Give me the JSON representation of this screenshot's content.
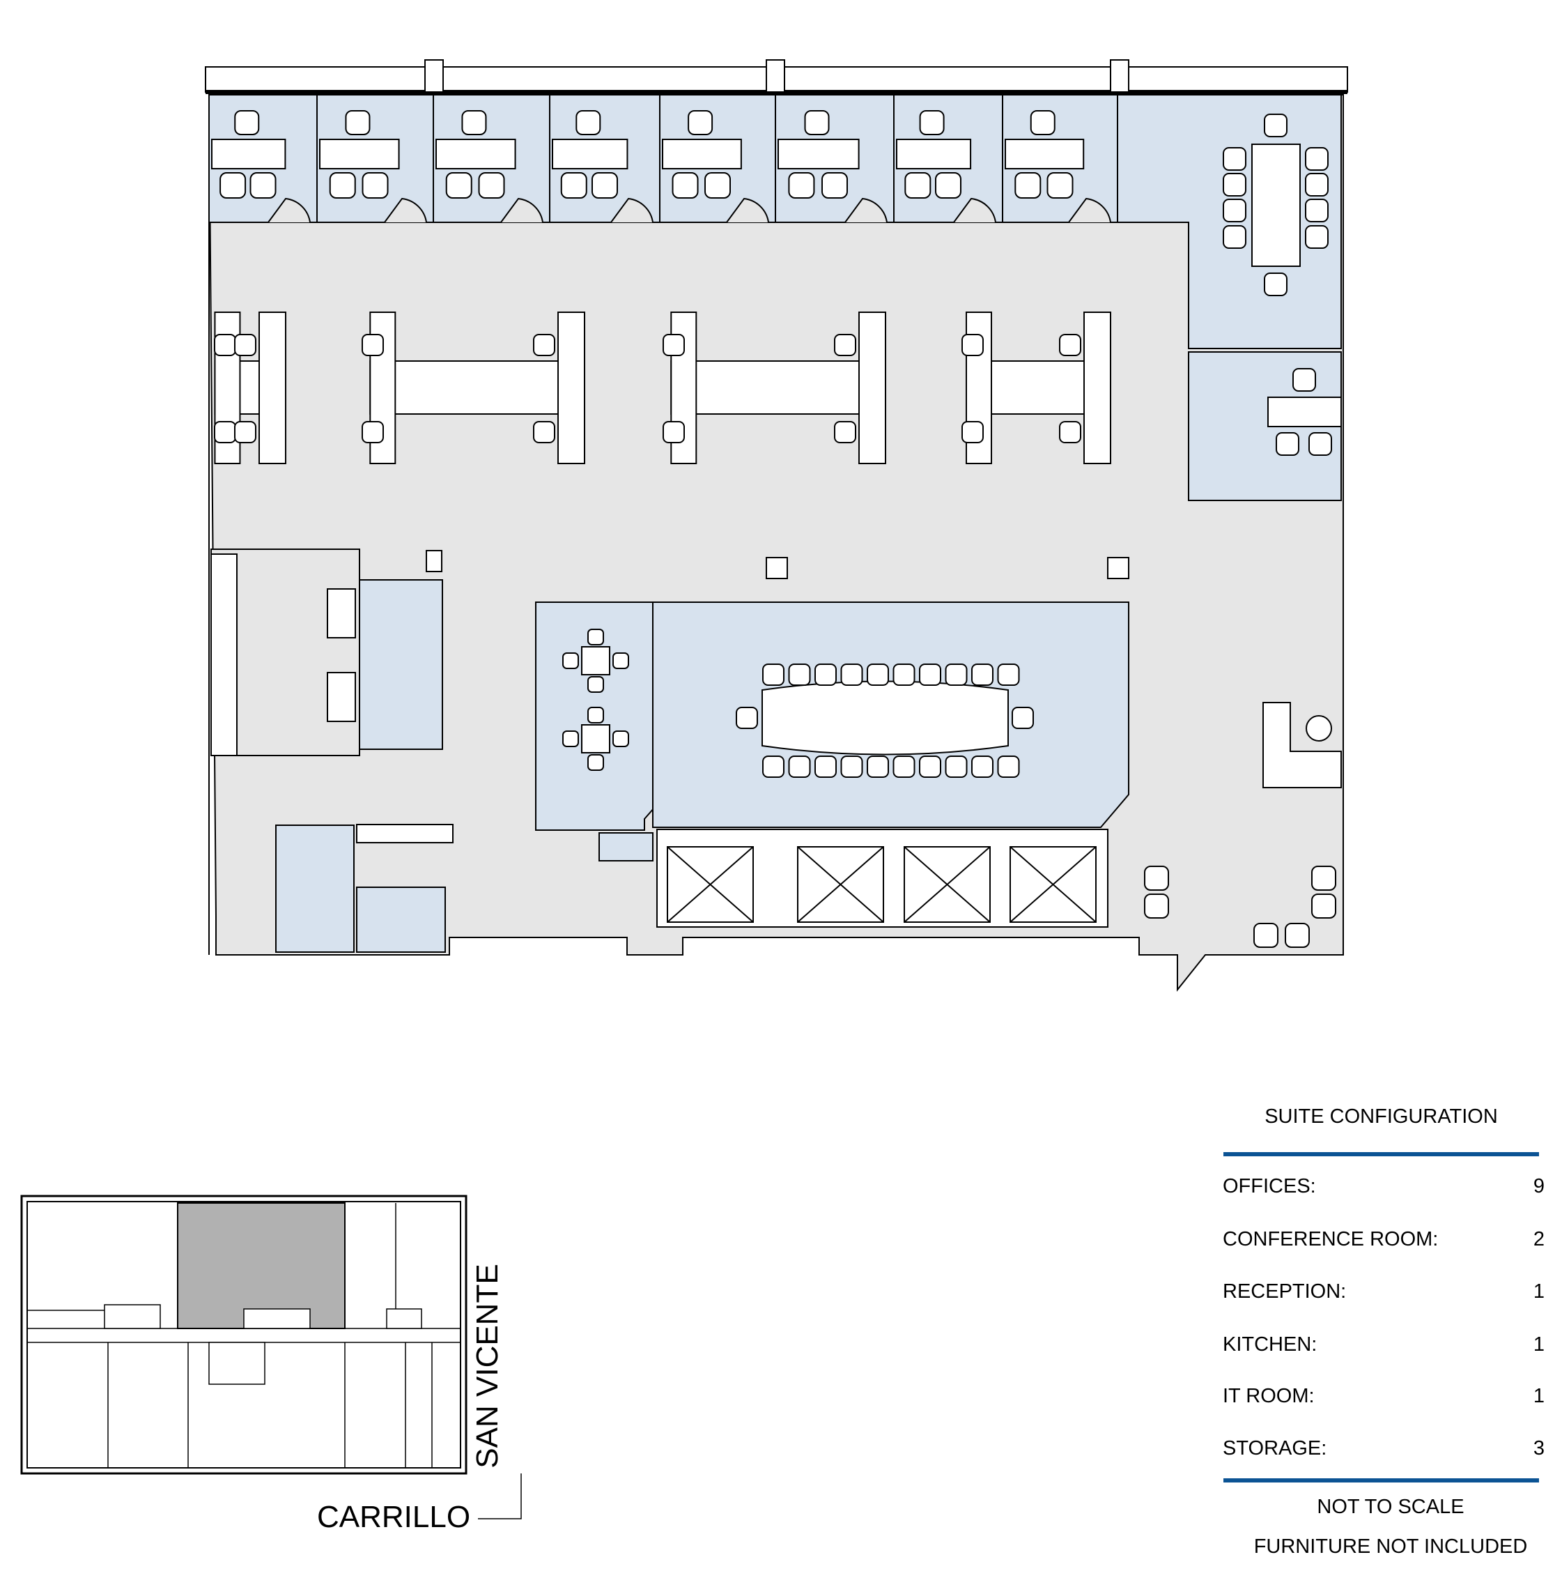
{
  "floorplan": {
    "colors": {
      "office_fill": "#d7e2ee",
      "common_fill": "#e6e6e6",
      "keyplan_highlight": "#b1b1b1",
      "rule": "#0b5394"
    }
  },
  "legend": {
    "title": "SUITE CONFIGURATION",
    "rows": [
      {
        "label": "OFFICES:",
        "value": "9"
      },
      {
        "label": "CONFERENCE ROOM:",
        "value": "2"
      },
      {
        "label": "RECEPTION:",
        "value": "1"
      },
      {
        "label": "KITCHEN:",
        "value": "1"
      },
      {
        "label": "IT ROOM:",
        "value": "1"
      },
      {
        "label": "STORAGE:",
        "value": "3"
      }
    ],
    "note_scale": "NOT TO SCALE",
    "note_furniture": "FURNITURE NOT INCLUDED"
  },
  "keyplan": {
    "street_east": "SAN VICENTE",
    "street_south": "CARRILLO"
  }
}
